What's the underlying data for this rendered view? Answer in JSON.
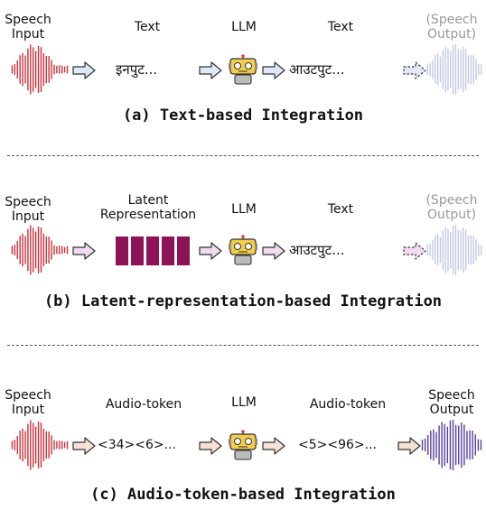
{
  "colors": {
    "input_wave": "#c8343c",
    "output_wave_a": "#9aa6cf",
    "output_wave_c": "#5a3fa0",
    "latent": "#8e1256",
    "arrow_blue": "#dde8f8",
    "arrow_pink": "#f0dcef",
    "arrow_peach": "#f6e1d6",
    "robot": "#f4cd4a"
  },
  "panel_a": {
    "speech_input": [
      "Speech",
      "Input"
    ],
    "text_label_in": "Text",
    "llm_label": "LLM",
    "text_label_out": "Text",
    "speech_output": [
      "(Speech",
      "Output)"
    ],
    "input_text": "इनपुट...",
    "output_text": "आउटपुट...",
    "caption": "(a) Text-based Integration"
  },
  "panel_b": {
    "speech_input": [
      "Speech",
      "Input"
    ],
    "latent_label": [
      "Latent",
      "Representation"
    ],
    "llm_label": "LLM",
    "text_label_out": "Text",
    "speech_output": [
      "(Speech",
      "Output)"
    ],
    "output_text": "आउटपुट...",
    "caption": "(b) Latent-representation-based Integration"
  },
  "panel_c": {
    "speech_input": [
      "Speech",
      "Input"
    ],
    "audio_token_in": "Audio-token",
    "llm_label": "LLM",
    "audio_token_out": "Audio-token",
    "speech_output": [
      "Speech",
      "Output"
    ],
    "input_tokens": "<34><6>...",
    "output_tokens": "<5><96>...",
    "caption": "(c) Audio-token-based Integration"
  },
  "icons": [
    "speech-waveform-icon",
    "arrow-right-icon",
    "robot-icon",
    "latent-vector-icon"
  ]
}
